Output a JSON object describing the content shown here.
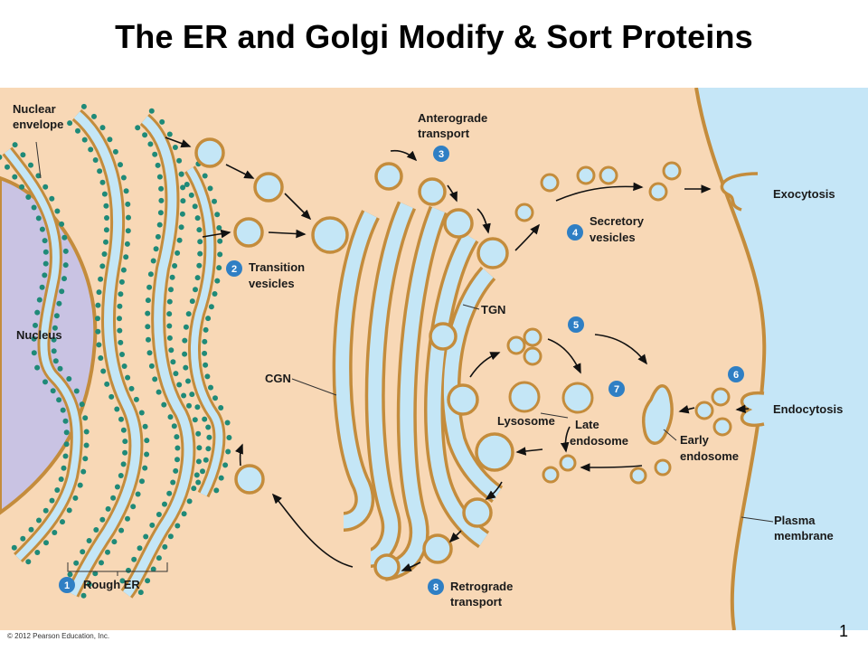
{
  "title": "The ER and Golgi Modify & Sort Proteins",
  "labels": {
    "nuclear_envelope": [
      "Nuclear",
      "envelope"
    ],
    "nucleus": "Nucleus",
    "rough_er": "Rough ER",
    "transition_vesicles": [
      "Transition",
      "vesicles"
    ],
    "anterograde_transport": [
      "Anterograde",
      "transport"
    ],
    "secretory_vesicles": [
      "Secretory",
      "vesicles"
    ],
    "exocytosis": "Exocytosis",
    "tgn": "TGN",
    "cgn": "CGN",
    "lysosome": "Lysosome",
    "late_endosome": [
      "Late",
      "endosome"
    ],
    "early_endosome": [
      "Early",
      "endosome"
    ],
    "endocytosis": "Endocytosis",
    "plasma_membrane": [
      "Plasma",
      "membrane"
    ],
    "retrograde_transport": [
      "Retrograde",
      "transport"
    ]
  },
  "steps": [
    "1",
    "2",
    "3",
    "4",
    "5",
    "6",
    "7",
    "8"
  ],
  "footer": {
    "copyright": "© 2012 Pearson Education, Inc.",
    "page_number": "1"
  },
  "colors": {
    "cytoplasm": "#f8d8b6",
    "extracellular": "#c5e6f7",
    "nucleus": "#c9c3e3",
    "lumen": "#c4e6f6",
    "membrane": "#c48c3c",
    "ribosome": "#1f8a78",
    "step_badge": "#2f7fc4"
  }
}
